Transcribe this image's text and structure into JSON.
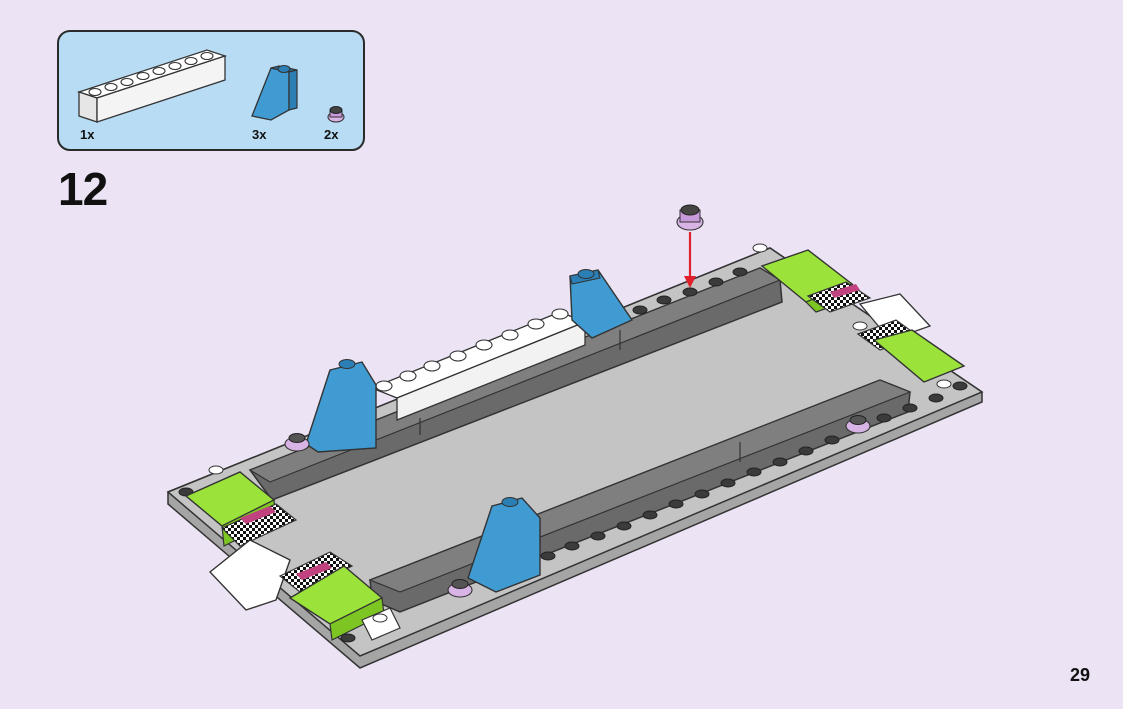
{
  "parts_list": {
    "items": [
      {
        "name": "white-brick-1x8",
        "quantity": "1x",
        "color": "#ffffff"
      },
      {
        "name": "azure-slope-2x1x2",
        "quantity": "3x",
        "color": "#3f9bd2"
      },
      {
        "name": "lavender-round-plate-1x1",
        "quantity": "2x",
        "color": "#d8b4e6"
      }
    ]
  },
  "step": {
    "number": "12"
  },
  "page": {
    "number": "29"
  },
  "colors": {
    "background": "#ece3f4",
    "parts_box": "#b7dcf4",
    "dark_gray": "#5f5f5f",
    "light_gray": "#bcbcbc",
    "lime": "#9be33a",
    "azure": "#3f9bd2",
    "lavender": "#d8b4e6",
    "arrow": "#e0202a"
  }
}
